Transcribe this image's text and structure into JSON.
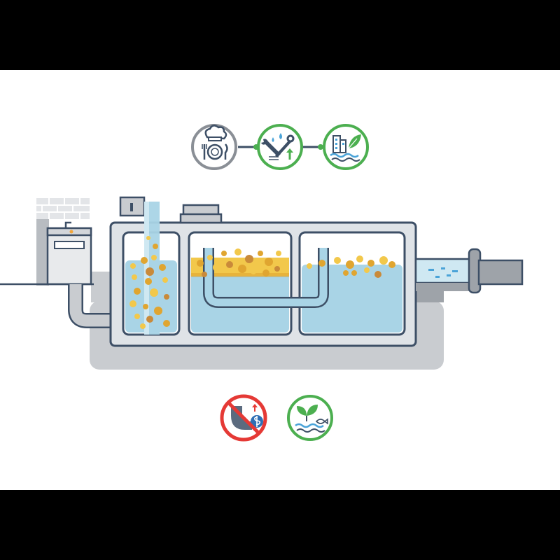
{
  "colors": {
    "background": "#ffffff",
    "letterbox": "#000000",
    "outline": "#3d4f66",
    "tank_gray": "#c9ccd0",
    "tank_dark": "#9ea3a9",
    "water": "#a9d4e6",
    "water_light": "#cfe8f2",
    "grease": "#f2c84b",
    "grease_dark": "#e0a530",
    "particle_brown": "#c98a3a",
    "accent_green": "#4caf50",
    "neutral_gray": "#8a8f96",
    "prohibit_red": "#e53935"
  },
  "icons": {
    "top_row": [
      {
        "name": "chef-dining-icon",
        "ring": "gray"
      },
      {
        "name": "maintenance-wrench-icon",
        "ring": "green"
      },
      {
        "name": "city-water-leaf-icon",
        "ring": "green"
      }
    ],
    "bottom_row": [
      {
        "name": "no-clogged-pipe-cost-icon",
        "ring": "red"
      },
      {
        "name": "clean-ecosystem-icon",
        "ring": "green"
      }
    ]
  },
  "diagram": {
    "components": [
      "kitchen-sink",
      "inlet-pipe",
      "inlet-chamber",
      "grease-separation-chamber",
      "outlet-chamber",
      "outlet-pipe"
    ]
  }
}
